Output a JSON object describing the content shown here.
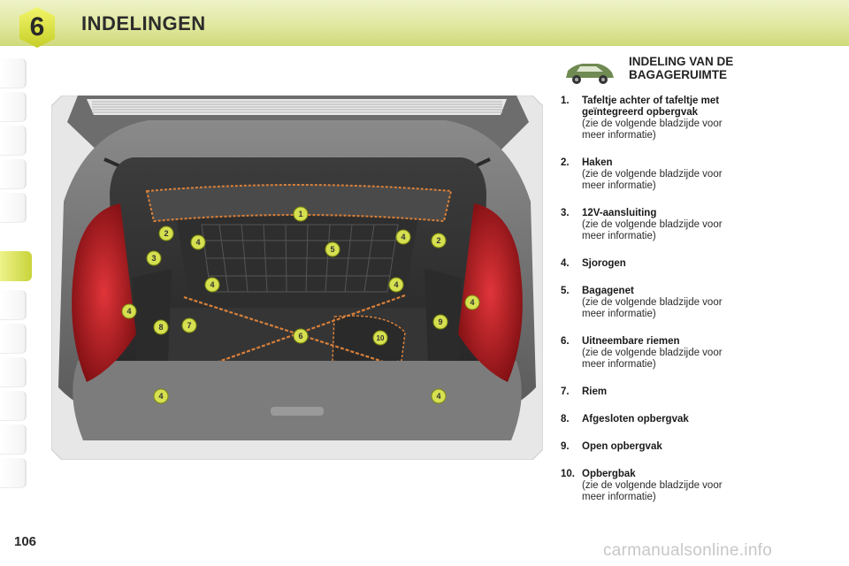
{
  "header": {
    "chapter_number": "6",
    "title": "INDELINGEN"
  },
  "section": {
    "title_line1": "INDELING VAN DE",
    "title_line2": "BAGAGERUIMTE"
  },
  "callouts": [
    "1",
    "2",
    "2",
    "3",
    "4",
    "4",
    "4",
    "4",
    "4",
    "4",
    "4",
    "4",
    "5",
    "6",
    "7",
    "8",
    "9",
    "10"
  ],
  "items": [
    {
      "num": "1.",
      "title": "Tafeltje achter of tafeltje met",
      "title2": "geïntegreerd opbergvak",
      "desc1": "(zie de volgende bladzijde voor",
      "desc2": "meer informatie)"
    },
    {
      "num": "2.",
      "title": "Haken",
      "desc1": "(zie de volgende bladzijde voor",
      "desc2": "meer informatie)"
    },
    {
      "num": "3.",
      "title": "12V-aansluiting",
      "desc1": "(zie de volgende bladzijde voor",
      "desc2": "meer informatie)"
    },
    {
      "num": "4.",
      "title": "Sjorogen"
    },
    {
      "num": "5.",
      "title": "Bagagenet",
      "desc1": "(zie de volgende bladzijde voor",
      "desc2": "meer informatie)"
    },
    {
      "num": "6.",
      "title": "Uitneembare riemen",
      "desc1": "(zie de volgende bladzijde voor",
      "desc2": "meer informatie)"
    },
    {
      "num": "7.",
      "title": "Riem"
    },
    {
      "num": "8.",
      "title": "Afgesloten opbergvak"
    },
    {
      "num": "9.",
      "title": "Open opbergvak"
    },
    {
      "num": "10.",
      "title": "Opbergbak",
      "desc1": "(zie de volgende bladzijde voor",
      "desc2": "meer informatie)"
    }
  ],
  "footer": {
    "page_number": "106",
    "watermark": "carmanualsonline.info"
  },
  "colors": {
    "header_band": "#dfe79c",
    "accent_green": "#c8d43a",
    "callout_fill": "#d6e050",
    "strap_dash": "#d9803a"
  }
}
